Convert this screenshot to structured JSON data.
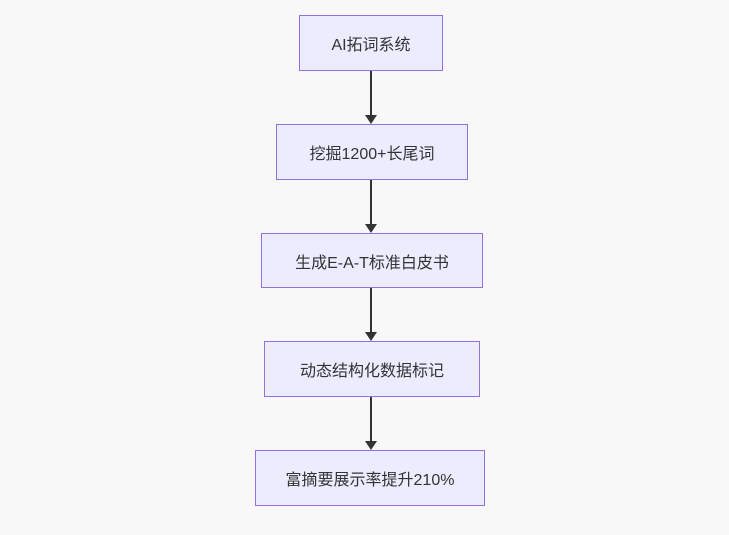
{
  "flowchart": {
    "type": "flowchart",
    "direction": "top-down",
    "colors": {
      "background": "#f8f8f8",
      "node_fill": "#ECECFF",
      "node_border": "#9370DB",
      "node_text": "#333333",
      "arrow": "#333333"
    },
    "nodes": [
      {
        "label": "AI拓词系统"
      },
      {
        "label": "挖掘1200+长尾词"
      },
      {
        "label": "生成E-A-T标准白皮书"
      },
      {
        "label": "动态结构化数据标记"
      },
      {
        "label": "富摘要展示率提升210%"
      }
    ],
    "edges": [
      {
        "from": 0,
        "to": 1
      },
      {
        "from": 1,
        "to": 2
      },
      {
        "from": 2,
        "to": 3
      },
      {
        "from": 3,
        "to": 4
      }
    ]
  }
}
